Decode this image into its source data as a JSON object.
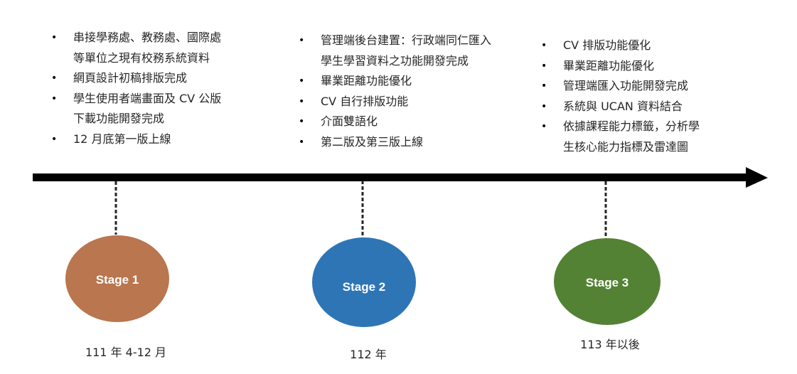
{
  "stages": [
    {
      "label": "Stage 1",
      "date": "111 年 4-12 月",
      "color": "#b9764f",
      "items": [
        [
          "串接學務處、教務處、國際處",
          "等單位之現有校務系統資料"
        ],
        [
          "網頁設計初稿排版完成"
        ],
        [
          "學生使用者端畫面及 CV 公版",
          "下載功能開發完成"
        ],
        [
          "12 月底第一版上線"
        ]
      ]
    },
    {
      "label": "Stage 2",
      "date": "112 年",
      "color": "#2e75b6",
      "items": [
        [
          "管理端後台建置：行政端同仁匯入",
          "學生學習資料之功能開發完成"
        ],
        [
          "畢業距離功能優化"
        ],
        [
          "CV 自行排版功能"
        ],
        [
          "介面雙語化"
        ],
        [
          "第二版及第三版上線"
        ]
      ]
    },
    {
      "label": "Stage 3",
      "date": "113 年以後",
      "color": "#548235",
      "items": [
        [
          "CV 排版功能優化"
        ],
        [
          "畢業距離功能優化"
        ],
        [
          "管理端匯入功能開發完成"
        ],
        [
          "系統與 UCAN 資料結合"
        ],
        [
          "依據課程能力標籤，分析學",
          "生核心能力指標及雷達圖"
        ]
      ]
    }
  ],
  "colors": {
    "arrow": "#000000",
    "connector": "#262626"
  }
}
